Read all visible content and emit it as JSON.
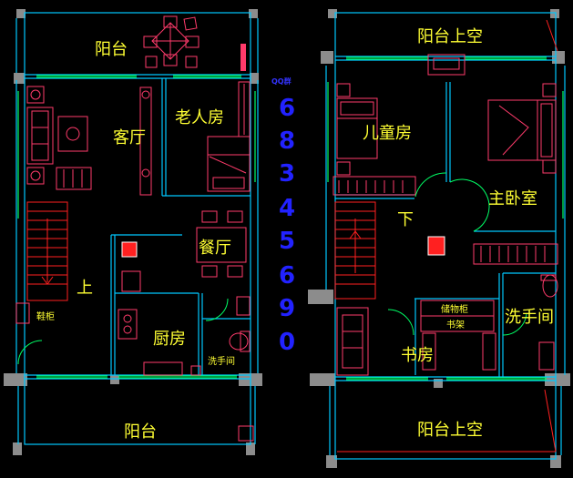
{
  "plan": {
    "floor1": {
      "balcony_top": "阳台",
      "living_room": "客厅",
      "elder_room": "老人房",
      "dining_room": "餐厅",
      "stairs_up": "上",
      "shoe_cabinet": "鞋柜",
      "kitchen": "厨房",
      "washroom_small": "洗手间",
      "balcony_bottom": "阳台"
    },
    "floor2": {
      "balcony_void_top": "阳台上空",
      "kids_room": "儿童房",
      "master_bedroom": "主卧室",
      "stairs_down": "下",
      "storage_cabinet": "储物柜",
      "bookshelf": "书架",
      "washroom": "洗手间",
      "study": "书房",
      "balcony_void_bottom": "阳台上空"
    }
  },
  "contact": {
    "qq_label": "QQ群",
    "digits": [
      "6",
      "8",
      "3",
      "4",
      "5",
      "6",
      "9",
      "0"
    ]
  },
  "colors": {
    "wall": "#00c8ff",
    "wall_fill": "#8c8c8c",
    "furniture": "#ff3b6b",
    "window": "#00ff66",
    "stair": "#ff2020",
    "label": "#ffff33",
    "digit": "#2222ff"
  }
}
